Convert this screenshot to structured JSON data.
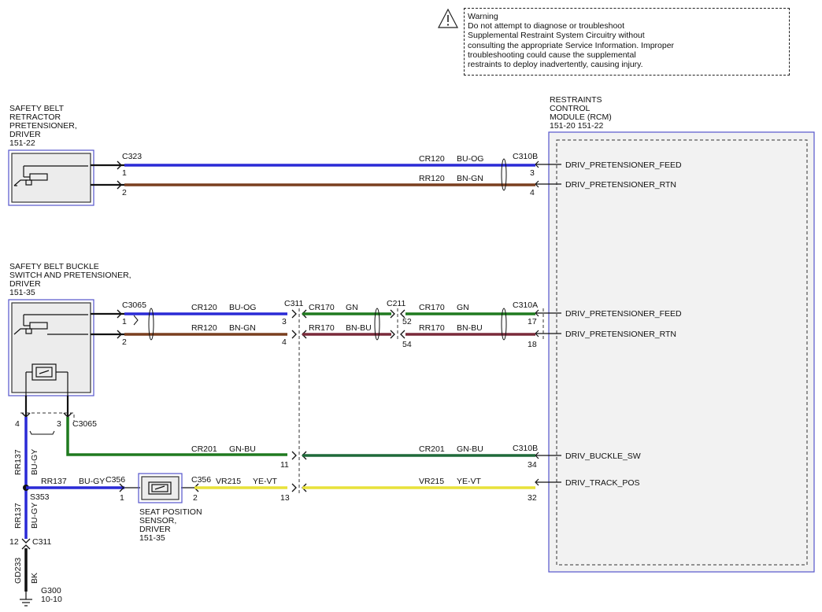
{
  "warning": {
    "title": "Warning",
    "lines": [
      "Do not attempt to diagnose or troubleshoot",
      "Supplemental Restraint System Circuitry without",
      "consulting the appropriate Service Information. Improper",
      "troubleshooting could cause the supplemental",
      "restraints to deploy inadvertently, causing injury."
    ]
  },
  "components": {
    "retractor": {
      "lines": [
        "SAFETY BELT",
        "RETRACTOR",
        "PRETENSIONER,",
        "DRIVER",
        "151-22"
      ]
    },
    "buckle": {
      "lines": [
        "SAFETY BELT BUCKLE",
        "SWITCH AND PRETENSIONER,",
        "DRIVER",
        "151-35"
      ]
    },
    "rcm": {
      "lines": [
        "RESTRAINTS",
        "CONTROL",
        "MODULE (RCM)",
        "151-20    151-22"
      ]
    },
    "seat_sensor": {
      "lines": [
        "SEAT POSITION",
        "SENSOR,",
        "DRIVER",
        "151-35"
      ]
    },
    "ground": {
      "lines": [
        "G300",
        "10-10"
      ]
    }
  },
  "connectors": {
    "c323": "C323",
    "c310b_top": "C310B",
    "c3065_top": "C3065",
    "c311_top": "C311",
    "c211": "C211",
    "c310a": "C310A",
    "c3065_bottom": "C3065",
    "c310b_bottom": "C310B",
    "c356_left": "C356",
    "c356_right": "C356",
    "s353": "S353",
    "c311_bottom": "C311"
  },
  "pins": {
    "c323_1": "1",
    "c323_2": "2",
    "c310b_3": "3",
    "c310b_4": "4",
    "c3065_1": "1",
    "c3065_2": "2",
    "c311_3": "3",
    "c311_4": "4",
    "c211_52": "52",
    "c211_54": "54",
    "c310a_17": "17",
    "c310a_18": "18",
    "c3065_4": "4",
    "c3065_3": "3",
    "c311_11": "11",
    "c310b_34": "34",
    "c356_1": "1",
    "c356_2": "2",
    "c311_13": "13",
    "c310b_32": "32",
    "c311_12": "12"
  },
  "wires": {
    "w1": {
      "circuit": "CR120",
      "color": "BU-OG"
    },
    "w2": {
      "circuit": "RR120",
      "color": "BN-GN"
    },
    "w3": {
      "circuit": "CR120",
      "color": "BU-OG"
    },
    "w4": {
      "circuit": "RR120",
      "color": "BN-GN"
    },
    "w5": {
      "circuit": "CR170",
      "color": "GN"
    },
    "w6": {
      "circuit": "RR170",
      "color": "BN-BU"
    },
    "w7": {
      "circuit": "CR170",
      "color": "GN"
    },
    "w8": {
      "circuit": "RR170",
      "color": "BN-BU"
    },
    "w9": {
      "circuit": "CR201",
      "color": "GN-BU"
    },
    "w10": {
      "circuit": "CR201",
      "color": "GN-BU"
    },
    "w11": {
      "circuit": "RR137",
      "color": "BU-GY"
    },
    "w12": {
      "circuit": "VR215",
      "color": "YE-VT"
    },
    "w13": {
      "circuit": "VR215",
      "color": "YE-VT"
    },
    "v1": {
      "circuit": "RR137",
      "color": "BU-GY"
    },
    "v2": {
      "circuit": "RR137",
      "color": "BU-GY"
    },
    "v3": {
      "circuit": "GD233",
      "color": "BK"
    }
  },
  "signals": {
    "s1": "DRIV_PRETENSIONER_FEED",
    "s2": "DRIV_PRETENSIONER_RTN",
    "s3": "DRIV_PRETENSIONER_FEED",
    "s4": "DRIV_PRETENSIONER_RTN",
    "s5": "DRIV_BUCKLE_SW",
    "s6": "DRIV_TRACK_POS"
  },
  "colors": {
    "bu_og": "#2a2ad6",
    "bn_gn": "#7a3f1e",
    "gn": "#1f7a1f",
    "bn_bu": "#7a2a3a",
    "gn_bu": "#1f6a3a",
    "ye_vt": "#e8e23a",
    "bu_gy": "#2a2ad6",
    "bk": "#111111",
    "module_border": "#5555cc"
  }
}
